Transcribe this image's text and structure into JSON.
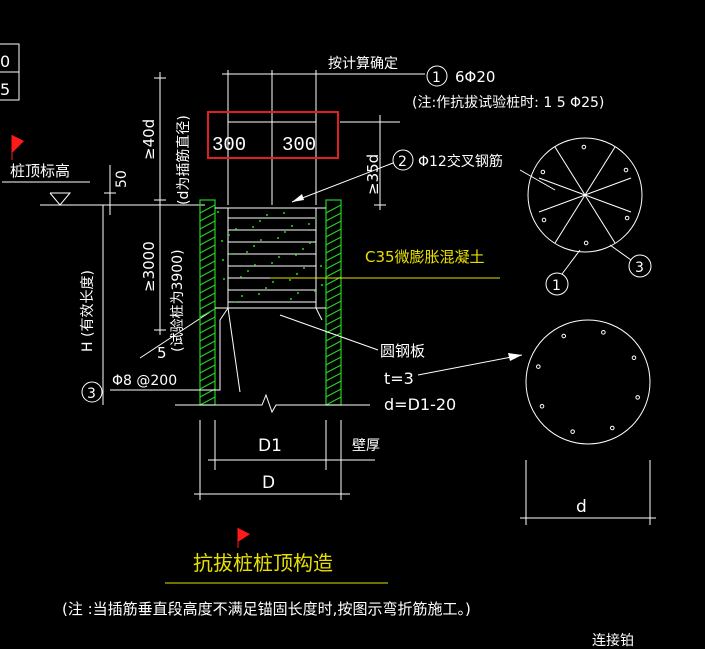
{
  "colors": {
    "background": "#000000",
    "lines": "#ffffff",
    "pile_hatch": "#22d322",
    "label_yellow": "#e8e000",
    "highlight_box": "#e02020",
    "flag": "#ff1a1a"
  },
  "left_table": {
    "cell1": "0",
    "cell2": "5"
  },
  "labels": {
    "pile_top_elev": "桩顶标高",
    "calc_determined": "按计算确定",
    "rebar1": "6Φ20",
    "rebar1_note": "(注:作抗拔试验桩时: 1 5 Φ25)",
    "rebar2": "Φ12交叉钢筋",
    "concrete": "C35微膨胀混凝土",
    "plate_title": "圆钢板",
    "plate_t": "t=3",
    "plate_d": "d=D1-20",
    "stirrup": "Φ8 @200",
    "dim_50": "50",
    "dim_40d": "≥40d",
    "dim_40d_note": "(d为插筋直径)",
    "dim_3000": "≥3000",
    "dim_3000_note": "(试验桩为3900)",
    "dim_35d": "≥35d",
    "dim_300a": "300",
    "dim_300b": "300",
    "dim_5": "5",
    "H_label": "H  (有效长度)",
    "D1": "D1",
    "D": "D",
    "wall": "壁厚",
    "d_small": "d",
    "circle1": "1",
    "circle2": "2",
    "circle3": "3",
    "title": "抗拔桩桩顶构造",
    "note": "(注 :当插筋垂直段高度不满足锚固长度时,按图示弯折筋施工。)",
    "bottom_right": "连接铂"
  }
}
